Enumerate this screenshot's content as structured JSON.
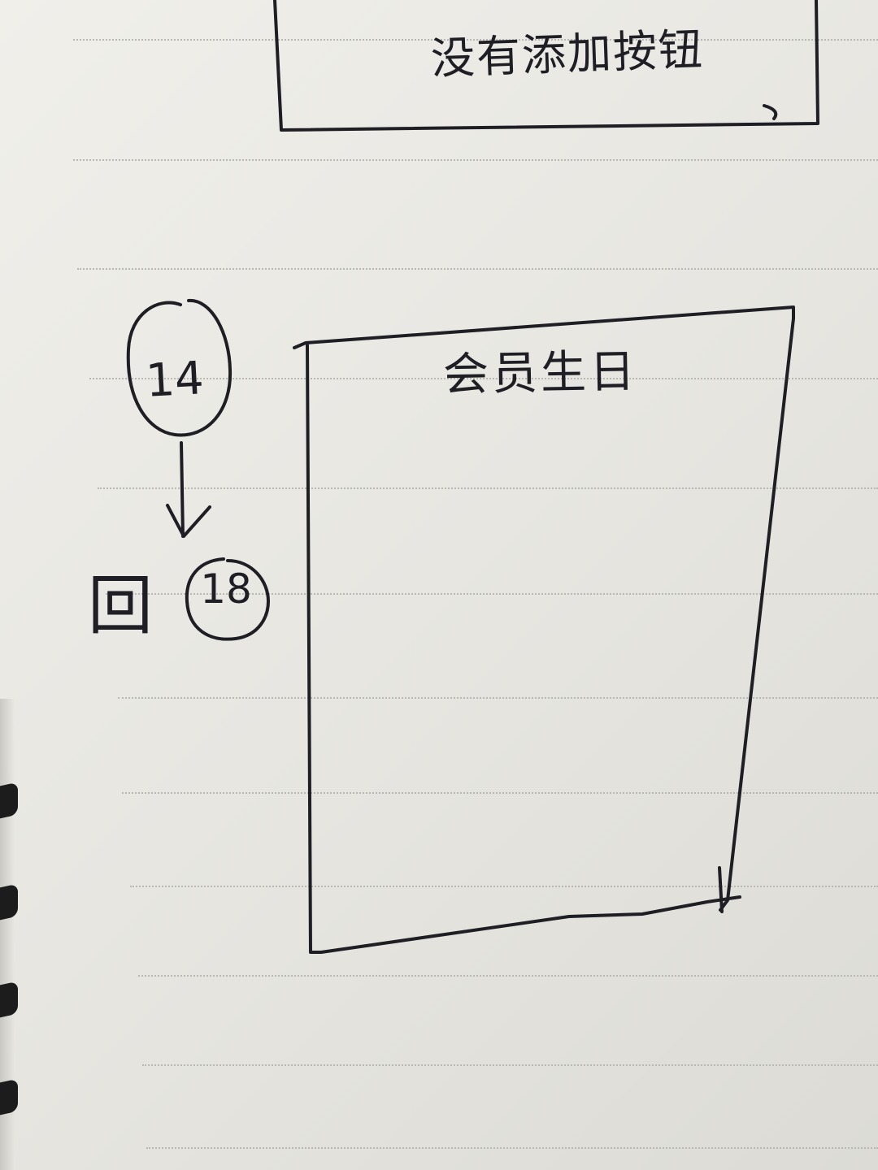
{
  "sketch": {
    "top_box": {
      "note": "没有添加按钮"
    },
    "flow": {
      "start_value": "14",
      "end_label": "回",
      "end_value": "18",
      "arrow_icon": "arrow-down-icon"
    },
    "frame": {
      "title": "会员生日"
    },
    "colors": {
      "ink": "#1e1e24",
      "paper": "#ecebe6",
      "rule": "#b9b8b2"
    }
  }
}
